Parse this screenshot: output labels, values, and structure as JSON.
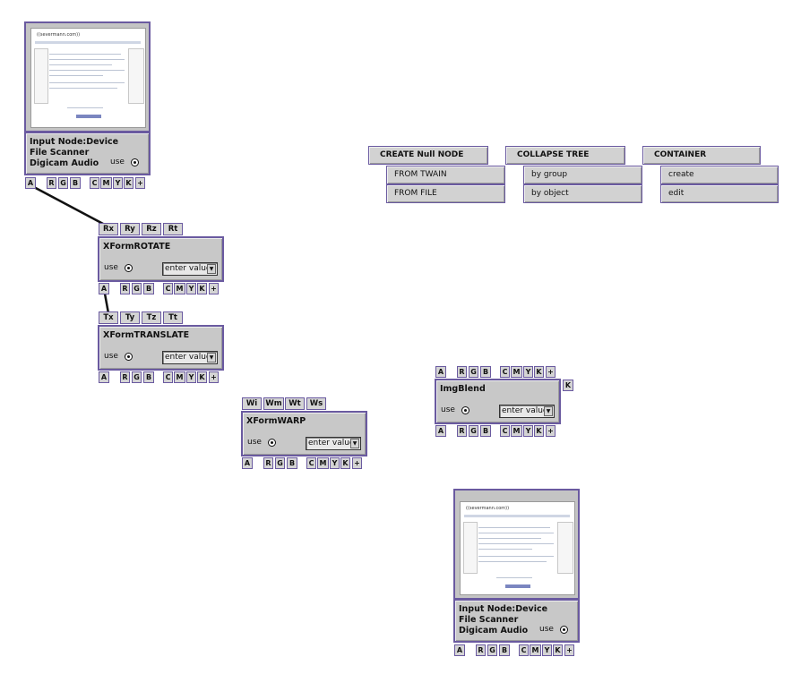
{
  "colors": {
    "panel": "#c8c8c8",
    "border": "#6a5aa0",
    "wire": "#111111"
  },
  "input_node_1": {
    "title_lines": [
      "Input Node:Device",
      "File Scanner",
      "Digicam Audio"
    ],
    "use_label": "use",
    "thumb_brand": "((severmann.com))",
    "channels": [
      "A",
      "R",
      "G",
      "B",
      "C",
      "M",
      "Y",
      "K",
      "+"
    ]
  },
  "rotate_node": {
    "top_tags": [
      "Rx",
      "Ry",
      "Rz",
      "Rt"
    ],
    "title": "XFormROTATE",
    "use_label": "use",
    "select_value": "enter value",
    "channels": [
      "A",
      "R",
      "G",
      "B",
      "C",
      "M",
      "Y",
      "K",
      "+"
    ]
  },
  "translate_node": {
    "top_tags": [
      "Tx",
      "Ty",
      "Tz",
      "Tt"
    ],
    "title": "XFormTRANSLATE",
    "use_label": "use",
    "select_value": "enter value",
    "channels": [
      "A",
      "R",
      "G",
      "B",
      "C",
      "M",
      "Y",
      "K",
      "+"
    ]
  },
  "warp_node": {
    "top_tags": [
      "Wi",
      "Wm",
      "Wt",
      "Ws"
    ],
    "title": "XFormWARP",
    "use_label": "use",
    "select_value": "enter value",
    "channels": [
      "A",
      "R",
      "G",
      "B",
      "C",
      "M",
      "Y",
      "K",
      "+"
    ]
  },
  "blend_node": {
    "top_tags": [
      "A",
      "R",
      "G",
      "B",
      "C",
      "M",
      "Y",
      "K",
      "+"
    ],
    "side_tag": "K",
    "title": "ImgBlend",
    "use_label": "use",
    "select_value": "enter value",
    "channels": [
      "A",
      "R",
      "G",
      "B",
      "C",
      "M",
      "Y",
      "K",
      "+"
    ]
  },
  "input_node_2": {
    "title_lines": [
      "Input Node:Device",
      "File Scanner",
      "Digicam Audio"
    ],
    "use_label": "use",
    "thumb_brand": "((severmann.com))",
    "channels": [
      "A",
      "R",
      "G",
      "B",
      "C",
      "M",
      "Y",
      "K",
      "+"
    ]
  },
  "menus": {
    "create_null": {
      "label": "CREATE Null NODE",
      "items": [
        "FROM TWAIN",
        "FROM FILE"
      ]
    },
    "collapse_tree": {
      "label": "COLLAPSE TREE",
      "items": [
        "by group",
        "by object"
      ]
    },
    "container": {
      "label": "CONTAINER",
      "items": [
        "create",
        "edit"
      ]
    }
  }
}
